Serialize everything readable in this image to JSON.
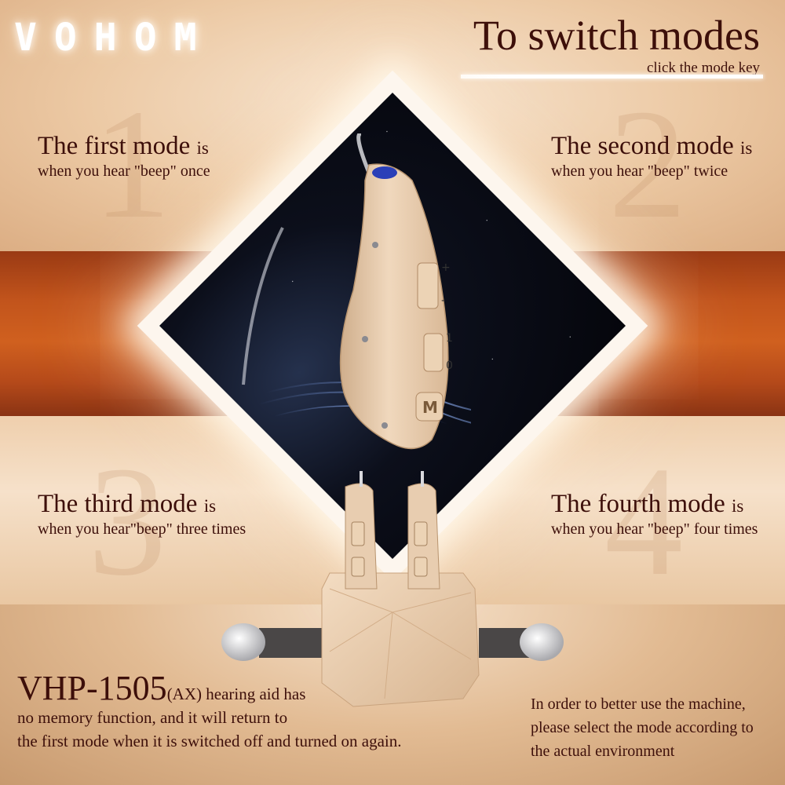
{
  "brand": {
    "logo": "VOHOM"
  },
  "header": {
    "title": "To switch modes",
    "subtitle": "click the mode key"
  },
  "modes": [
    {
      "number": "1",
      "head": "The first mode",
      "is": "is",
      "sub": "when you hear \"beep\" once"
    },
    {
      "number": "2",
      "head": "The second mode",
      "is": "is",
      "sub": "when you hear \"beep\" twice"
    },
    {
      "number": "3",
      "head": "The third mode",
      "is": "is",
      "sub": "when you hear\"beep\" three times"
    },
    {
      "number": "4",
      "head": "The fourth mode",
      "is": "is",
      "sub": "when you hear \"beep\" four times"
    }
  ],
  "device": {
    "mode_key": "M",
    "switch_on": "1",
    "switch_off": "0",
    "plus": "+",
    "minus": "-"
  },
  "footer": {
    "model": "VHP-1505",
    "model_suffix": "(AX)",
    "left_text_1": " hearing aid has",
    "left_text_2": "no memory function, and it will return to",
    "left_text_3": "the first mode when it is switched off and turned on again.",
    "right_text_1": "In order to better use the machine,",
    "right_text_2": "please select the mode according to",
    "right_text_3": "the actual environment"
  },
  "colors": {
    "text": "#3d0f0a",
    "band": "#c2541c",
    "device": "#e9cdae"
  }
}
